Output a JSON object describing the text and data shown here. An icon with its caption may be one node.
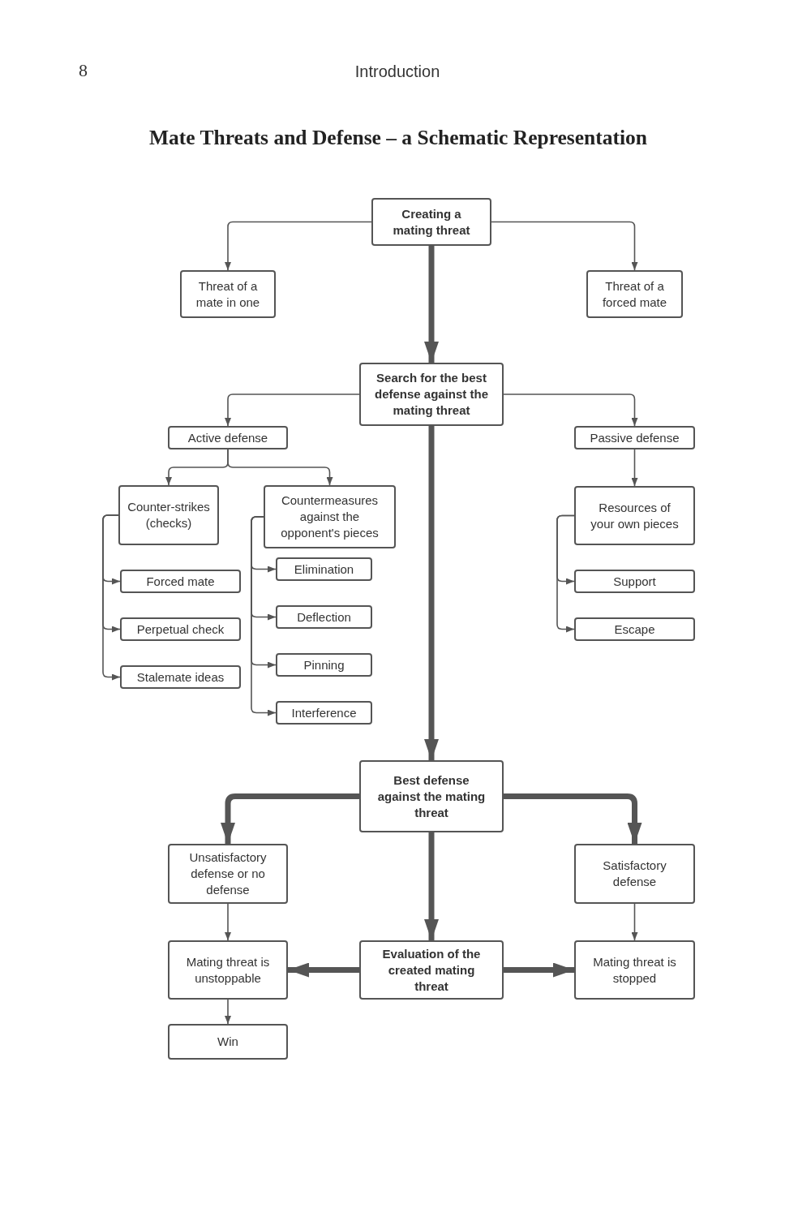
{
  "diagram": {
    "title": "Mate Threats and Defense – a Schematic Representation",
    "nodes": [
      {
        "text": [
          "Creating a mating threat"
        ]
      },
      {
        "text": [
          "Threat of a mate in one"
        ]
      },
      {
        "text": [
          "Threat of a forced mate"
        ]
      },
      {
        "text": [
          "Search for the best defense against the mating threat"
        ]
      },
      {
        "text": [
          "Active defense"
        ]
      },
      {
        "text": [
          "Passive defense"
        ]
      },
      {
        "text": [
          "Counter-strikes (checks)"
        ]
      },
      {
        "text": [
          "Forced mate"
        ]
      },
      {
        "text": [
          "Perpetual check"
        ]
      },
      {
        "text": [
          "Stalemate ideas"
        ]
      },
      {
        "text": [
          "Countermeasures against the opponent's pieces"
        ]
      },
      {
        "text": [
          "Elimination"
        ]
      },
      {
        "text": [
          "Deflection"
        ]
      },
      {
        "text": [
          "Pinning"
        ]
      },
      {
        "text": [
          "Interference"
        ]
      },
      {
        "text": [
          "Resources of your own pieces"
        ]
      },
      {
        "text": [
          "Support"
        ]
      },
      {
        "text": [
          "Escape"
        ]
      },
      {
        "text": [
          "Best defense against the mating threat"
        ]
      },
      {
        "text": [
          "Unsatisfactory defense or no defense"
        ]
      },
      {
        "text": [
          "Satisfactory defense"
        ]
      },
      {
        "text": [
          "Mating threat is unstoppable"
        ]
      },
      {
        "text": [
          "Evaluation of the created mating threat"
        ]
      },
      {
        "text": [
          "Mating threat is stopped"
        ]
      },
      {
        "text": [
          "Win"
        ]
      }
    ],
    "edges": [
      {
        "from": 0,
        "to": 1,
        "arrow": "to"
      },
      {
        "from": 0,
        "to": 2,
        "arrow": "to"
      },
      {
        "from": 0,
        "to": 3,
        "arrow": "to",
        "style": "thick"
      },
      {
        "from": 3,
        "to": 4,
        "arrow": "to"
      },
      {
        "from": 3,
        "to": 5,
        "arrow": "to"
      },
      {
        "from": 3,
        "to": 18,
        "arrow": "to",
        "style": "thick"
      },
      {
        "from": 4,
        "to": 6,
        "arrow": "to"
      },
      {
        "from": 4,
        "to": 10,
        "arrow": "to"
      },
      {
        "from": 6,
        "to": 7,
        "arrow": "to"
      },
      {
        "from": 6,
        "to": 8,
        "arrow": "to"
      },
      {
        "from": 6,
        "to": 9,
        "arrow": "to"
      },
      {
        "from": 10,
        "to": 11,
        "arrow": "to"
      },
      {
        "from": 10,
        "to": 12,
        "arrow": "to"
      },
      {
        "from": 10,
        "to": 13,
        "arrow": "to"
      },
      {
        "from": 10,
        "to": 14,
        "arrow": "to"
      },
      {
        "from": 5,
        "to": 15,
        "arrow": "to"
      },
      {
        "from": 15,
        "to": 16,
        "arrow": "to"
      },
      {
        "from": 15,
        "to": 17,
        "arrow": "to"
      },
      {
        "from": 18,
        "to": 19,
        "arrow": "to",
        "style": "thick"
      },
      {
        "from": 18,
        "to": 20,
        "arrow": "to",
        "style": "thick"
      },
      {
        "from": 18,
        "to": 22,
        "arrow": "to",
        "style": "thick"
      },
      {
        "from": 19,
        "to": 21,
        "arrow": "to"
      },
      {
        "from": 20,
        "to": 23,
        "arrow": "to"
      },
      {
        "from": 22,
        "to": 21,
        "arrow": "to",
        "style": "thick"
      },
      {
        "from": 22,
        "to": 23,
        "arrow": "to",
        "style": "thick"
      },
      {
        "from": 21,
        "to": 24,
        "arrow": "to"
      }
    ],
    "labels": [
      "8",
      "Introduction"
    ]
  }
}
